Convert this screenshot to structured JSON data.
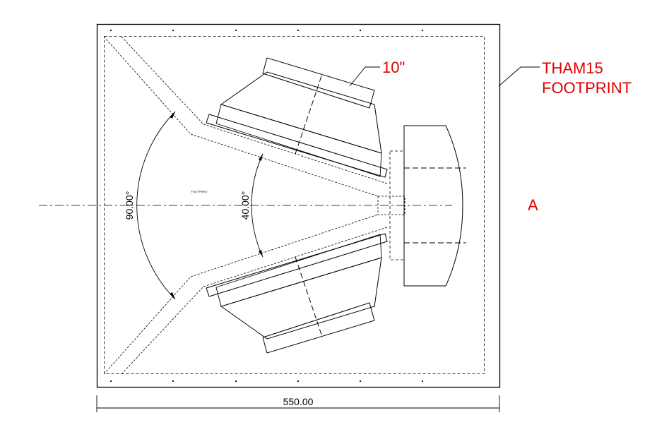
{
  "drawing": {
    "callouts": {
      "speaker_size": "10\"",
      "footprint_line1": "THAM15",
      "footprint_line2": "FOOTPRINT",
      "section_marker": "A"
    },
    "dimensions": {
      "overall_width": "550.00",
      "outer_angle": "90.00°",
      "inner_angle": "40.00°"
    },
    "tiny_label": "FOOTPRINT",
    "colors": {
      "annotation": "#e00000",
      "linework": "#000000",
      "background": "#ffffff"
    }
  }
}
